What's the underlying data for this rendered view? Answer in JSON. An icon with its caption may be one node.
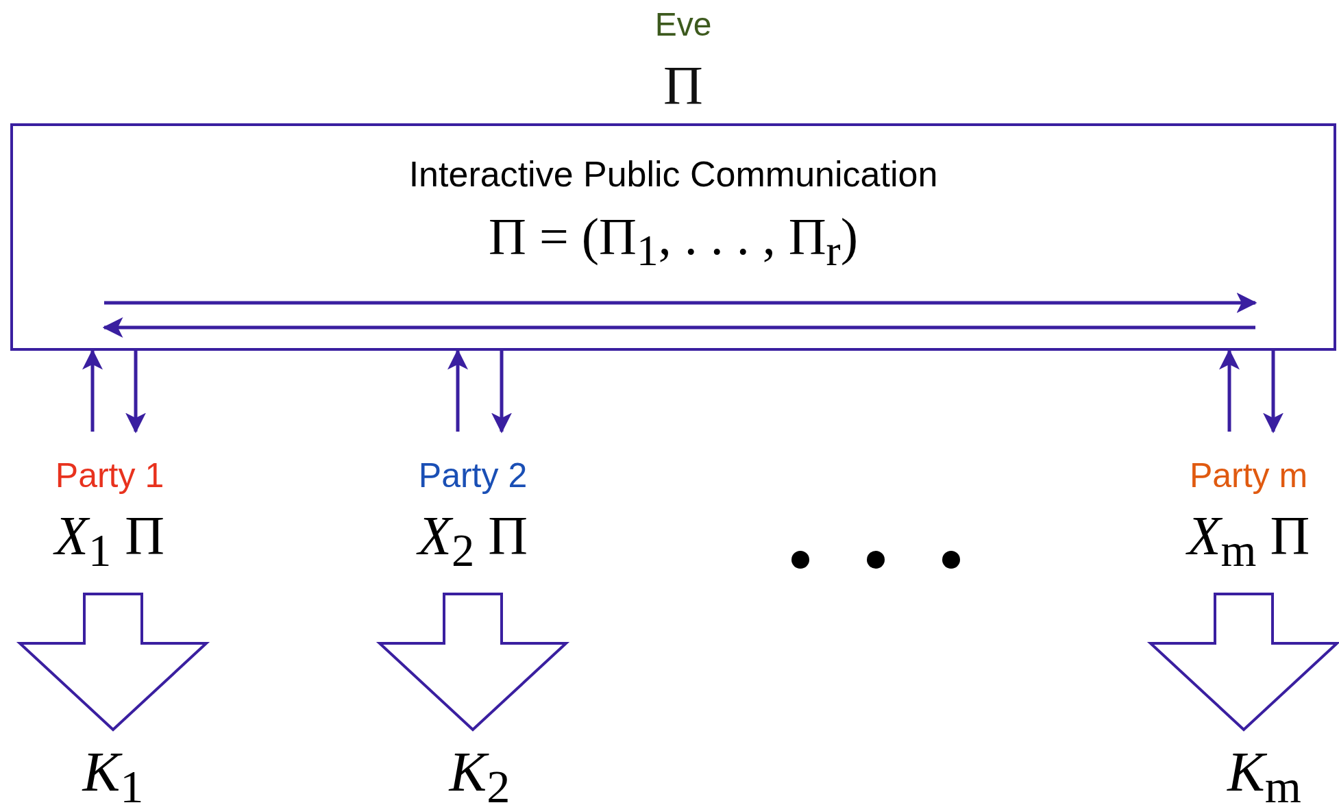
{
  "diagram": {
    "nodes": [
      {
        "text": [
          "Interactive Public Communication",
          "Π = (Π$_{1}$, . . . , Π$_{r}$)"
        ]
      },
      {
        "text": [
          "Party 1",
          "*X*$_{1}$ Π"
        ]
      },
      {
        "text": [
          "Party 2",
          "*X*$_{2}$ Π"
        ]
      },
      {
        "text": [
          "Party m",
          "*X*$_{m}$ Π"
        ]
      },
      {
        "text": [
          "*K*$_{1}$"
        ]
      },
      {
        "text": [
          "*K*$_{2}$"
        ]
      },
      {
        "text": [
          "*K*$_{m}$"
        ]
      }
    ],
    "edges": [
      {
        "from": 1,
        "to": 0,
        "arrow": "to"
      },
      {
        "from": 0,
        "to": 1,
        "arrow": "to"
      },
      {
        "from": 2,
        "to": 0,
        "arrow": "to"
      },
      {
        "from": 0,
        "to": 2,
        "arrow": "to"
      },
      {
        "from": 3,
        "to": 0,
        "arrow": "to"
      },
      {
        "from": 0,
        "to": 3,
        "arrow": "to"
      },
      {
        "from": 1,
        "to": 4,
        "arrow": "to"
      },
      {
        "from": 2,
        "to": 5,
        "arrow": "to"
      },
      {
        "from": 3,
        "to": 6,
        "arrow": "to"
      }
    ],
    "labels": [
      "Eve",
      "Π"
    ]
  }
}
